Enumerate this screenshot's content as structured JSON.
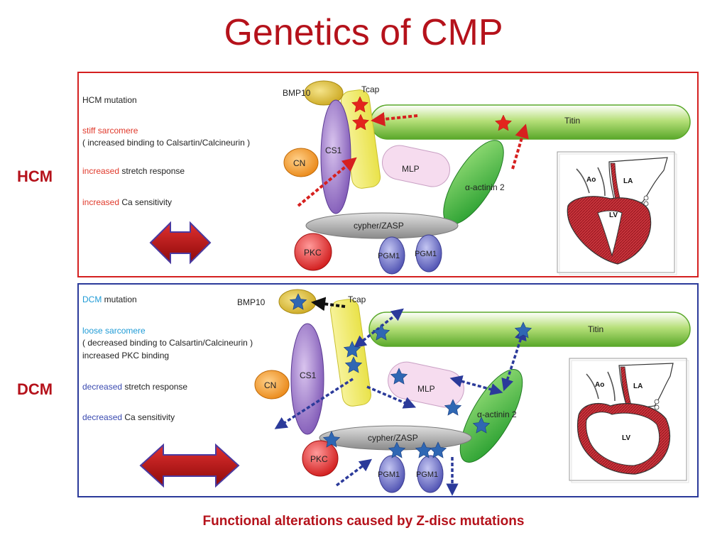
{
  "title": "Genetics of CMP",
  "caption": "Functional alterations caused by Z-disc mutations",
  "colors": {
    "accent_red": "#b5121b",
    "panel_hcm_border": "#d42020",
    "panel_dcm_border": "#2b3a9a",
    "text_red": "#e0392b",
    "text_blue": "#1f9bd6",
    "arrow_red": "#d6201f",
    "arrow_blue": "#2b3a9a"
  },
  "hcm": {
    "side_label": "HCM",
    "text": {
      "line1": "HCM mutation",
      "line2_colored": "stiff sarcomere",
      "line3": "( increased binding to Calsartin/Calcineurin )",
      "line4_colored": "increased",
      "line4_rest": " stretch response",
      "line5_colored": "increased",
      "line5_rest": " Ca sensitivity"
    },
    "proteins": {
      "bmp10": "BMP10",
      "tcap": "Tcap",
      "titin": "Titin",
      "cs1": "CS1",
      "cn": "CN",
      "mlp": "MLP",
      "actinin": "α-actinin 2",
      "zasp": "cypher/ZASP",
      "pkc": "PKC",
      "pgm1_a": "PGM1",
      "pgm1_b": "PGM1"
    },
    "heart": {
      "ao": "Ao",
      "la": "LA",
      "lv": "LV"
    }
  },
  "dcm": {
    "side_label": "DCM",
    "text": {
      "line1_colored": "DCM",
      "line1_rest": " mutation",
      "line2_colored": "loose sarcomere",
      "line3": "( decreased binding to Calsartin/Calcineurin )",
      "line4": "increased PKC binding",
      "line5_colored": "decreased",
      "line5_rest": " stretch response",
      "line6_colored": "decreased",
      "line6_rest": " Ca sensitivity"
    },
    "proteins": {
      "bmp10": "BMP10",
      "tcap": "Tcap",
      "titin": "Titin",
      "cs1": "CS1",
      "cn": "CN",
      "mlp": "MLP",
      "actinin": "α-actinin 2",
      "zasp": "cypher/ZASP",
      "pkc": "PKC",
      "pgm1_a": "PGM1",
      "pgm1_b": "PGM1"
    },
    "heart": {
      "ao": "Ao",
      "la": "LA",
      "lv": "LV"
    }
  }
}
